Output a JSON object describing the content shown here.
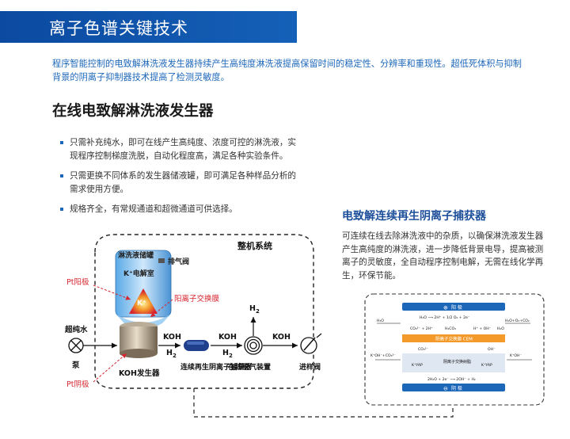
{
  "header": {
    "title": "离子色谱关键技术"
  },
  "intro": {
    "text": "程序智能控制的电致解淋洗液发生器持续产生高纯度淋洗液提高保留时间的稳定性、分辨率和重现性。超低死体积与抑制背景的阴离子抑制器技术提高了检测灵敏度。"
  },
  "section1": {
    "title": "在线电致解淋洗液发生器",
    "bullets": [
      "只需补充纯水，即可在线产生高纯度、浓度可控的淋洗液，实现程序控制梯度洗脱，自动化程度高，满足各种实验条件。",
      "只需更换不同体系的发生器储液罐，即可满足各种样品分析的需求使用方便。",
      "规格齐全，有常规通道和超微通道可供选择。"
    ]
  },
  "section2": {
    "title": "电致解连续再生阴离子捕获器",
    "desc": "可连续在线去除淋洗液中的杂质，以确保淋洗液发生器产生高纯度的淋洗液，进一步降低背景电导，提高被测离子的灵敏度，全自动程序控制电解，无需在线化学再生，环保节能。"
  },
  "diagram": {
    "system_label": "整机系统",
    "reservoir": "淋洗液储罐",
    "electrolysis_chamber": "K⁺电解室",
    "k_ion": "K⁺",
    "vent": "排气阀",
    "anode": "Pt阳极",
    "cathode": "Pt阴极",
    "membrane": "阳离子交换膜",
    "pure_water": "超纯水",
    "pump": "泵",
    "generator": "KOH发生器",
    "trap": "连续再生阴离子捕获器",
    "degasser": "在线脱气装置",
    "injector": "进样阀",
    "koh": "KOH",
    "h2": "H₂",
    "h2_sub": "H",
    "h2_digit": "2"
  },
  "inset": {
    "anode_label": "阳 极",
    "cathode_label": "阴 极",
    "membrane_label": "阴离子交换膜  CEM",
    "resin_label": "阴离子交换树脂",
    "plus": "⊕",
    "minus": "⊖",
    "eq_top": "H₂O ⟶ 2H⁺ + 1/2 O₂ + 2e⁻",
    "eq_bottom": "2H₂O + 2e⁻ ⟶ 2OH⁻ + H₂",
    "left_top": "H₂O",
    "right_top": "H₂O+O₂+CO₂",
    "co3": "CO₃²⁻ + 2H⁺",
    "h2co3": "H₂CO₃",
    "h_oh": "H⁺ + OH⁻",
    "h2o": "H₂O",
    "co3_small": "CO₃²⁻",
    "oh_small": "OH⁻",
    "koh_in": "K⁺OH⁻+CO₃²⁻",
    "koh_out": "K⁺OH⁻",
    "kyap_left": "K⁺YAP",
    "kyap_right": "K⁺YAP"
  },
  "colors": {
    "brand_blue": "#0b4aa0",
    "accent_red": "#d7262f",
    "orange": "#f39a2b"
  }
}
